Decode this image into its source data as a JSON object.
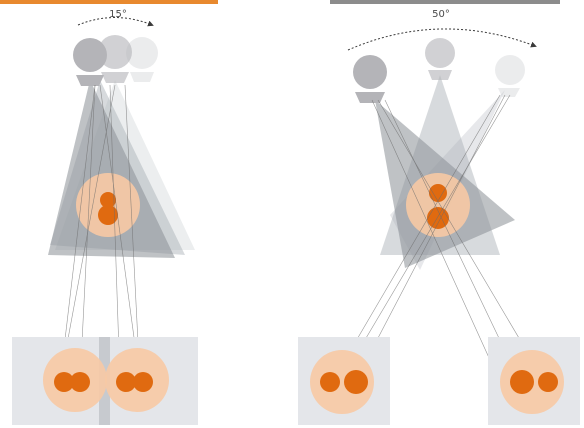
{
  "left_panel": {
    "angle_label": "15°",
    "accent_color": "#e8892e"
  },
  "right_panel": {
    "angle_label": "50°",
    "accent_color": "#8c8c8c"
  },
  "colors": {
    "orange": "#e06a10",
    "peach": "#f7c9a4",
    "head_gray": "#b4b4b8",
    "cone_gray": "#8a8f96",
    "panel_gray": "#e4e6ea",
    "line_gray": "#6b6b6b"
  },
  "icons": [
    "head-icon",
    "field-of-view-cone",
    "target-dots",
    "rotation-arrow"
  ]
}
